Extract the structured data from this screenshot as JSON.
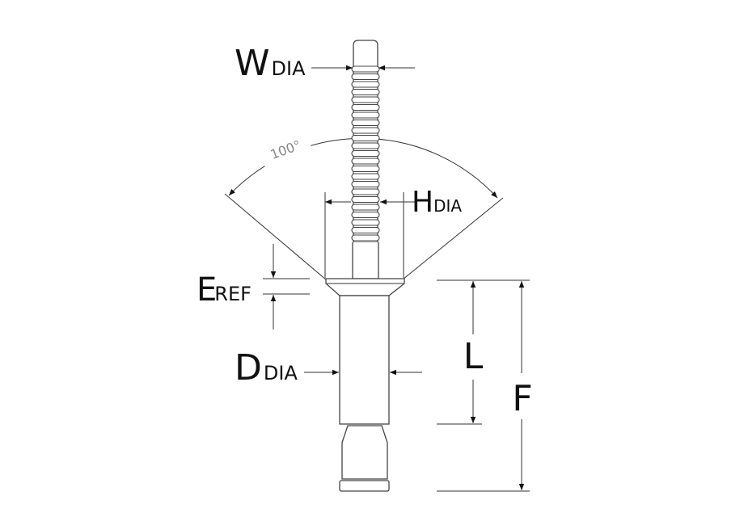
{
  "labels": {
    "w": {
      "main": "W",
      "sub": "DIA"
    },
    "h": {
      "main": "H",
      "sub": "DIA"
    },
    "e": {
      "main": "E",
      "sub": "REF"
    },
    "d": {
      "main": "D",
      "sub": "DIA"
    },
    "l": {
      "main": "L"
    },
    "f": {
      "main": "F"
    },
    "angle": "100°"
  }
}
